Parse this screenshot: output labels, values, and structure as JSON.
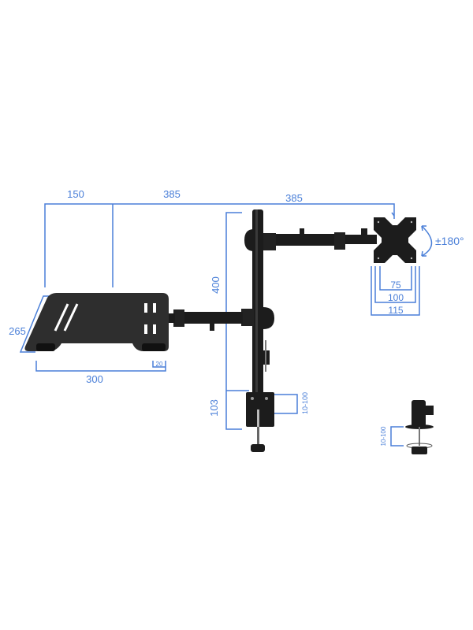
{
  "diagram": {
    "subject": "Monitor and laptop desk mount arm with C-clamp",
    "colors": {
      "dimension": "#4a7fd8",
      "metal": "#1c1c1c",
      "tray": "#2e2e2e",
      "background": "#ffffff"
    },
    "dimensions": {
      "tray_offset": "150",
      "laptop_arm_reach": "385",
      "monitor_arm_reach": "385",
      "pole_height": "400",
      "tray_depth": "265",
      "tray_width": "300",
      "tray_lip": "20",
      "clamp_height": "103",
      "clamp_range": "10-100",
      "vesa_small": "75",
      "vesa_large": "100",
      "plate_width": "115",
      "rotation": "±180°",
      "inset_clamp_range": "10-100"
    }
  }
}
